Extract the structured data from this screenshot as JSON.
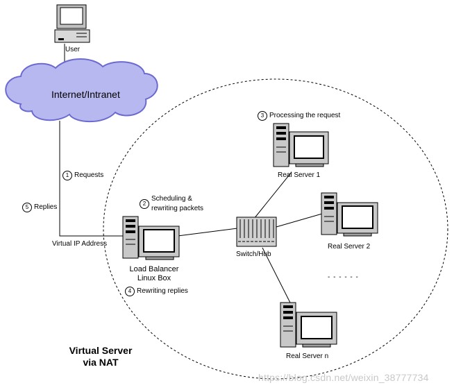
{
  "labels": {
    "user": "User",
    "cloud": "Internet/Intranet",
    "virtual_ip": "Virtual IP Address",
    "load_balancer_line1": "Load Balancer",
    "load_balancer_line2": "Linux Box",
    "switch": "Switch/Hub",
    "real_server_1": "Real Server 1",
    "real_server_2": "Real Server 2",
    "real_server_n": "Real Server n",
    "ellipsis": "- - - - - -",
    "title_line1": "Virtual Server",
    "title_line2": "via NAT"
  },
  "steps": [
    {
      "num": "1",
      "text": "Requests"
    },
    {
      "num": "2",
      "text": "Scheduling &"
    },
    {
      "num": "3",
      "text": "Processing the request"
    },
    {
      "num": "4",
      "text": "Rewriting replies"
    },
    {
      "num": "5",
      "text": "Replies"
    }
  ],
  "step2_line2": "rewriting packets",
  "watermark": "https://blog.csdn.net/weixin_38777734",
  "colors": {
    "cloud_fill": "#b8b8f0",
    "cloud_stroke": "#6a6ad0",
    "line": "#000000",
    "screen": "#ffffff",
    "device": "#c0c0c0"
  }
}
